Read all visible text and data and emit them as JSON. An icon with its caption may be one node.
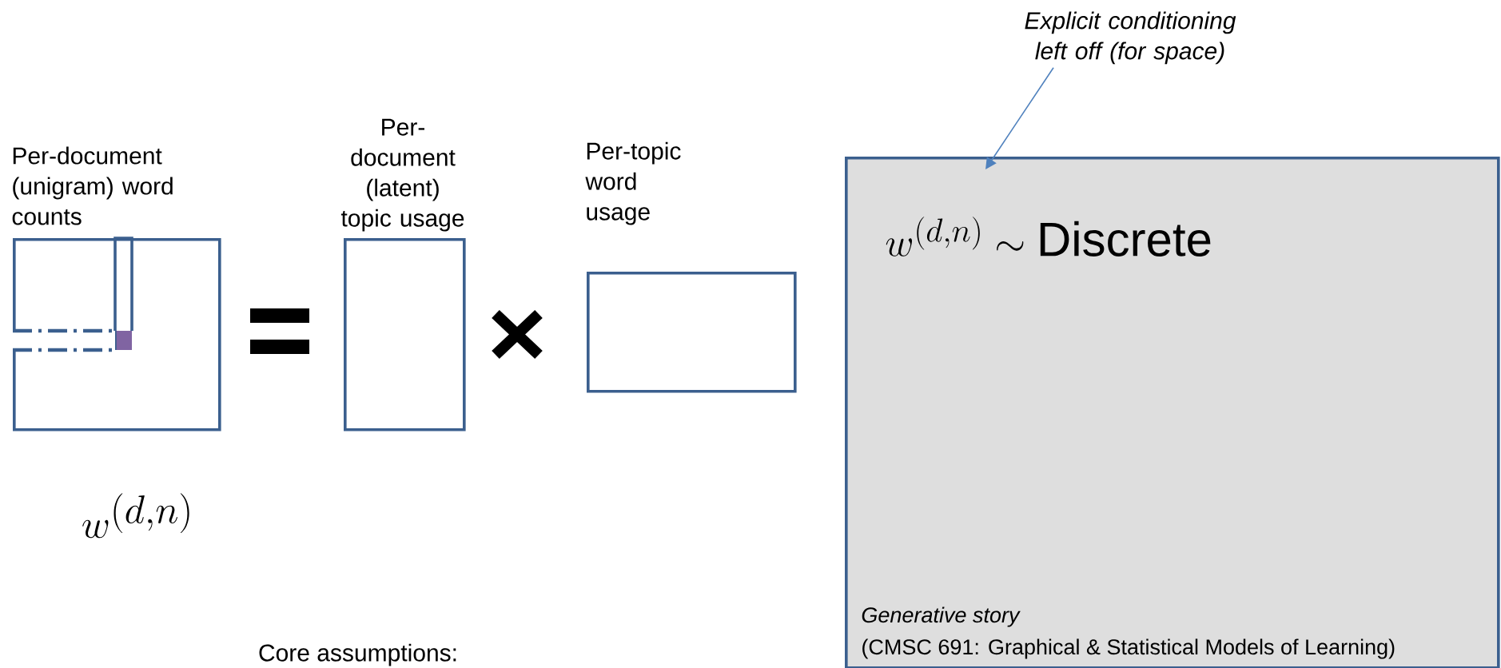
{
  "diagram": {
    "nodes": [
      {
        "text": [
          "Per-document (unigram) word counts"
        ]
      },
      {
        "text": [
          "Per-document (latent) topic usage"
        ]
      },
      {
        "text": [
          "Per-topic word usage"
        ]
      },
      {
        "text": [
          "w^{(d,n)} \\sim \\mathrm{Discrete}",
          "*Generative story*",
          "(CMSC 691: Graphical & Statistical Models of Learning)"
        ]
      },
      {
        "text": [
          "Explicit conditioning left off (for space)"
        ]
      }
    ],
    "edges": [
      {
        "from": 4,
        "to": 3,
        "arrow": "to"
      }
    ],
    "labels": [
      "w^{(d,n)}",
      "Core assumptions:"
    ]
  }
}
